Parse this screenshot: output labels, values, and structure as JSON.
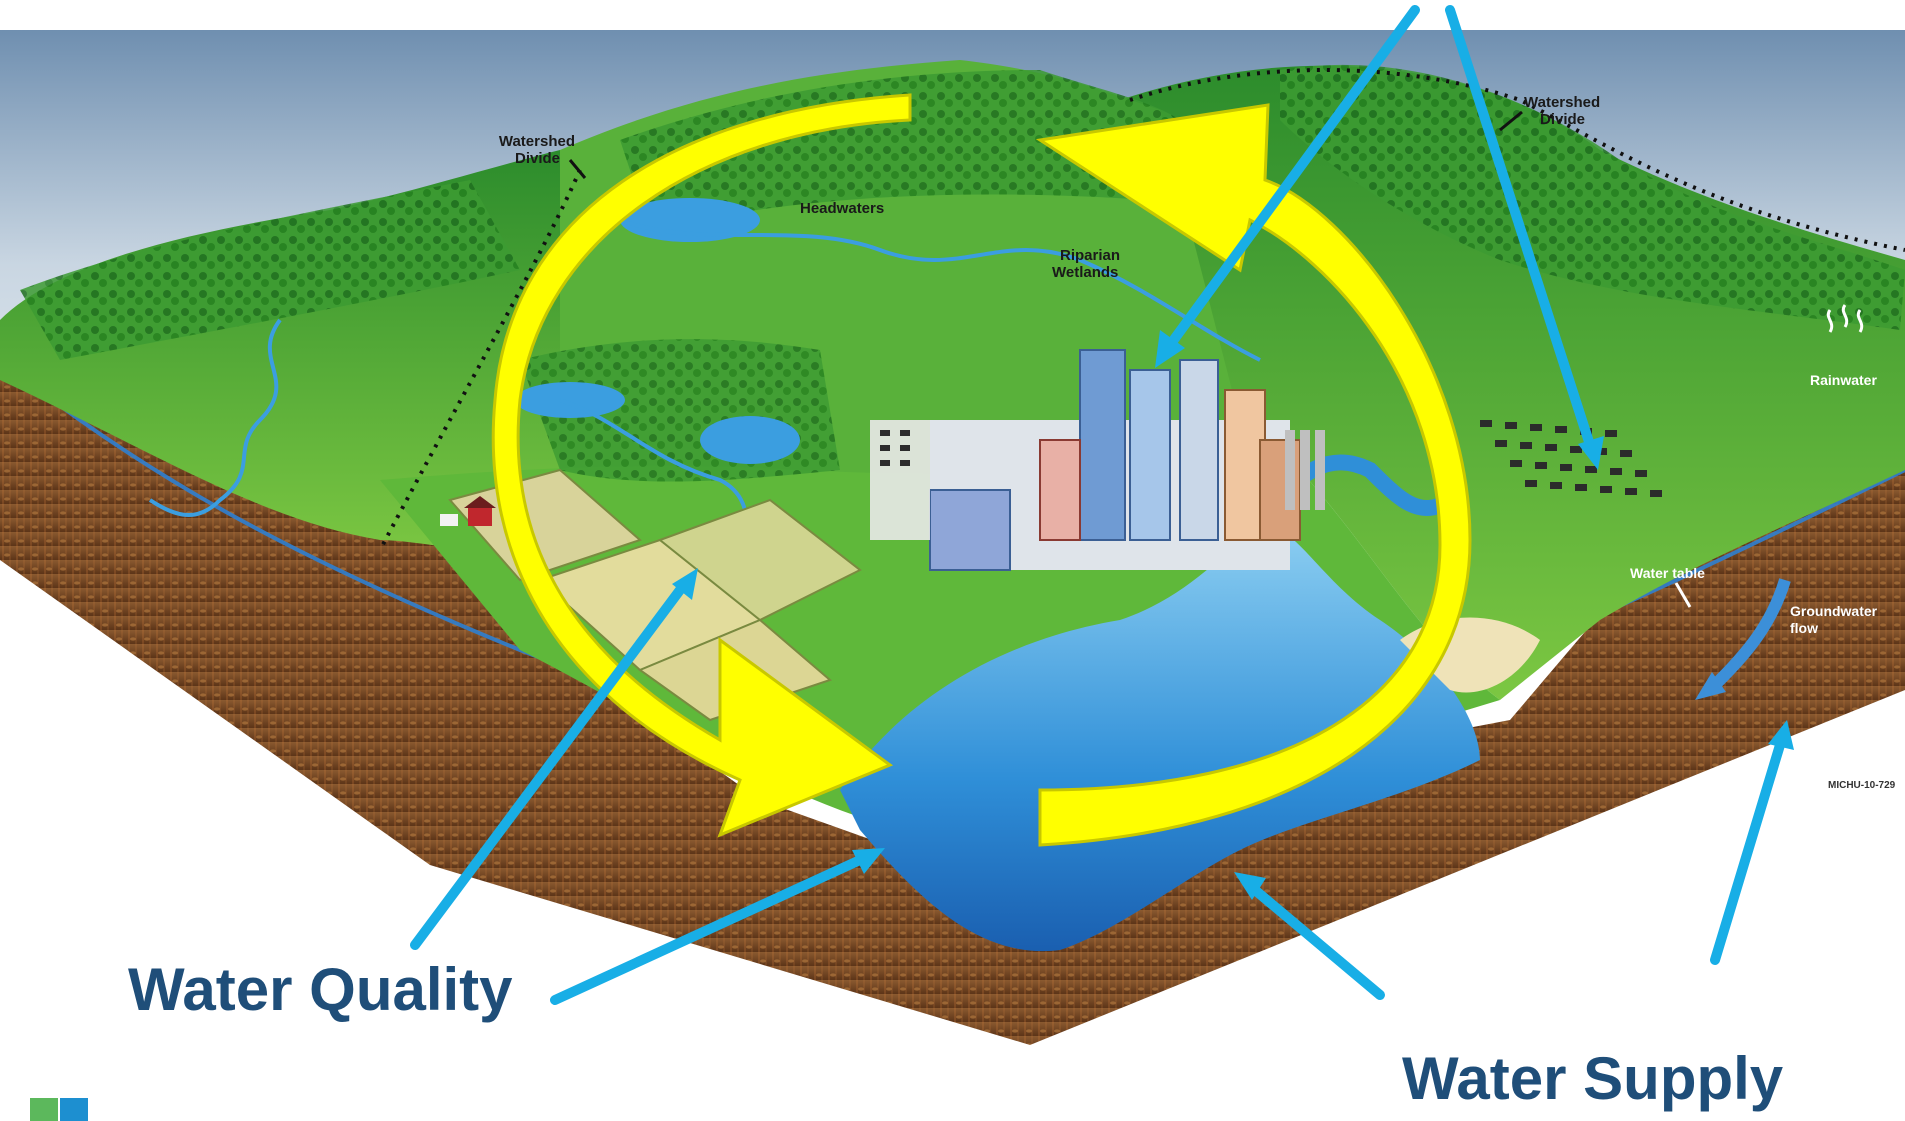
{
  "labels": {
    "water_quality": "Water Quality",
    "water_supply": "Water Supply",
    "watershed_divide_left": [
      "Watershed",
      "Divide"
    ],
    "watershed_divide_right": [
      "Watershed",
      "Divide"
    ],
    "headwaters": "Headwaters",
    "riparian_wetlands": [
      "Riparian",
      "Wetlands"
    ],
    "rainwater": "Rainwater",
    "water_table": "Water table",
    "groundwater_flow": [
      "Groundwater",
      "flow"
    ],
    "figure_code": "MICHU-10-729"
  },
  "colors": {
    "callout_arrow": "#18aee6",
    "cycle_arrow": "#ffff00",
    "cycle_arrow_edge": "#c8c800",
    "label_text": "#1f4e79",
    "soil": "#8a5a33",
    "grass": "#3aa83a",
    "water": "#2f8fd8",
    "sky": "#9fb7cf"
  },
  "icons": [
    "rain-icon",
    "cycle-arrow-icon",
    "logo-icon"
  ]
}
